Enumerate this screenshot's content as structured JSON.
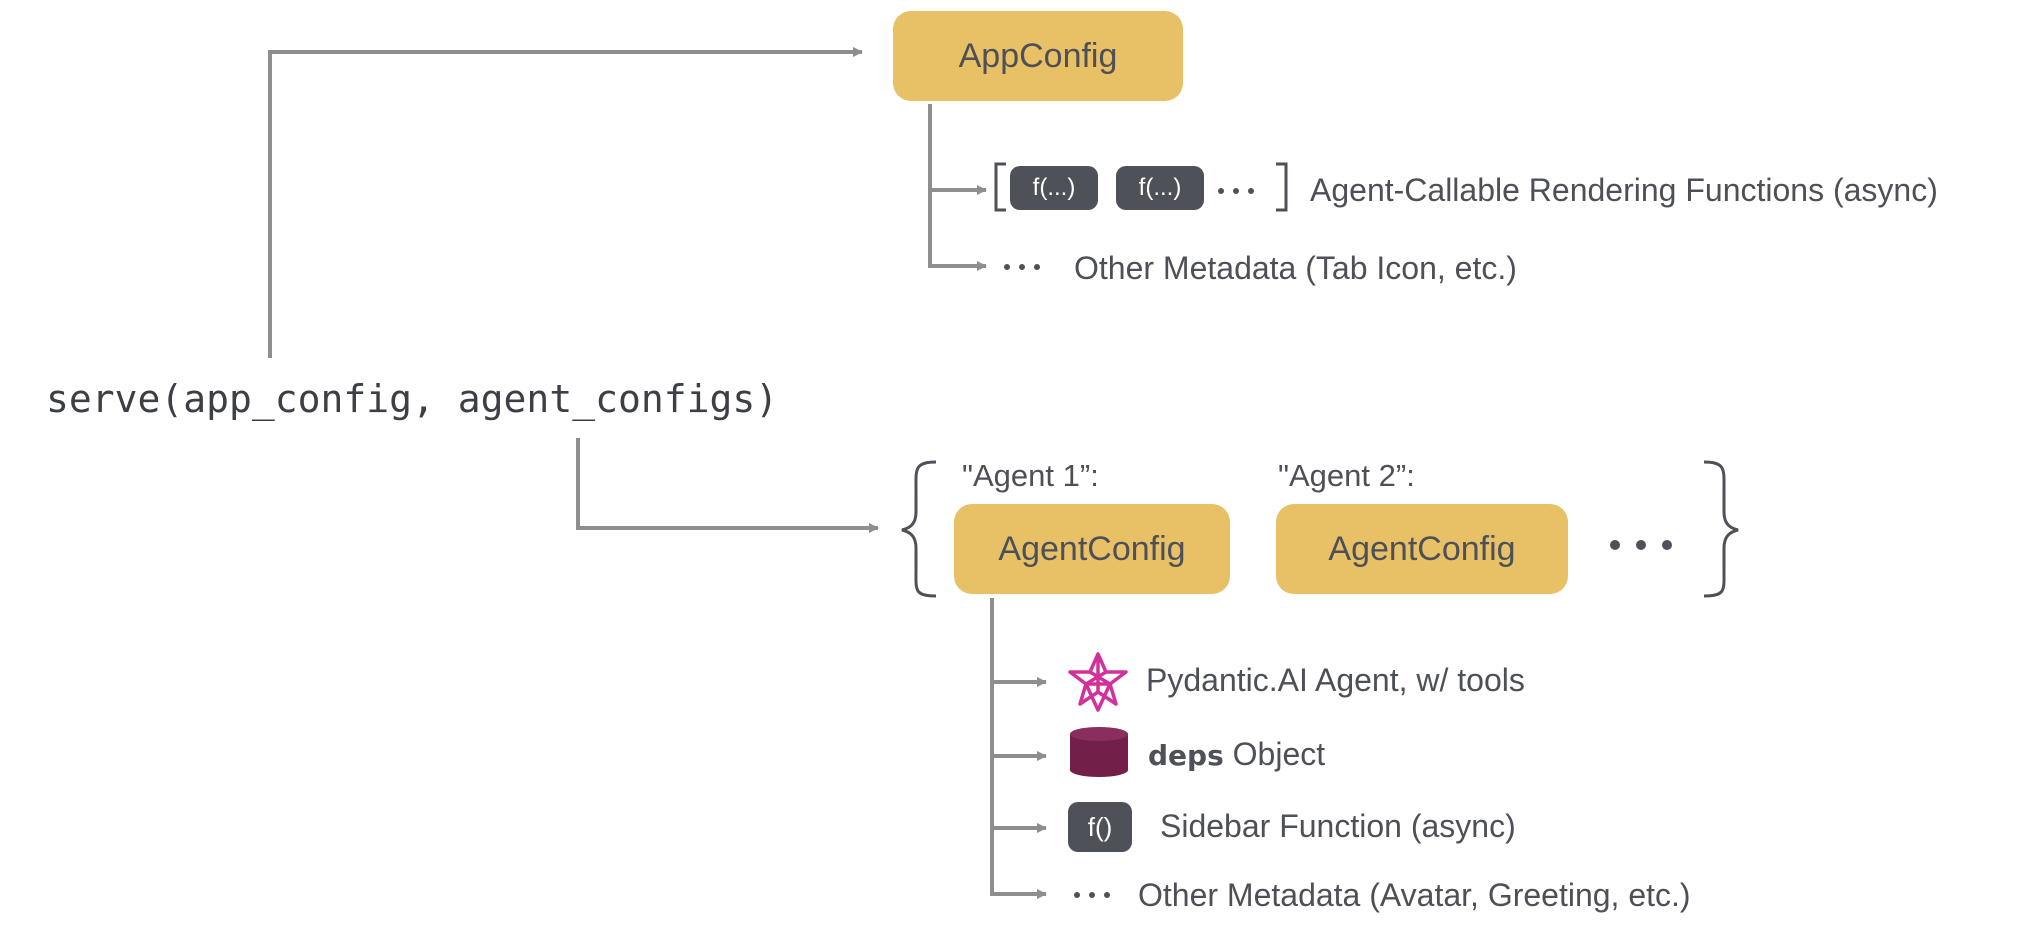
{
  "serve_call": "serve(app_config, agent_configs)",
  "app_config": {
    "label": "AppConfig",
    "fn_label": "f(...)",
    "rendering_functions_label": "Agent-Callable Rendering Functions (async)",
    "other_metadata_label": "Other Metadata (Tab Icon, etc.)"
  },
  "agent_configs": {
    "agents": [
      {
        "key": "\"Agent 1”:",
        "label": "AgentConfig"
      },
      {
        "key": "\"Agent 2”:",
        "label": "AgentConfig"
      }
    ],
    "items": {
      "pydantic_label": "Pydantic.AI Agent, w/ tools",
      "deps_code": "deps",
      "deps_text": " Object",
      "sidebar_fn": "f()",
      "sidebar_label": "Sidebar Function (async)",
      "other_metadata_label": "Other Metadata (Avatar, Greeting, etc.)"
    }
  },
  "colors": {
    "config_box": "#e8c167",
    "function_chip": "#4e5258",
    "connector": "#8e8e8e",
    "text": "#4d5057",
    "deps_cylinder": "#72204a",
    "pydantic_logo": "#d2309b"
  },
  "icons": [
    "pydantic-logo-icon",
    "database-cylinder-icon"
  ]
}
